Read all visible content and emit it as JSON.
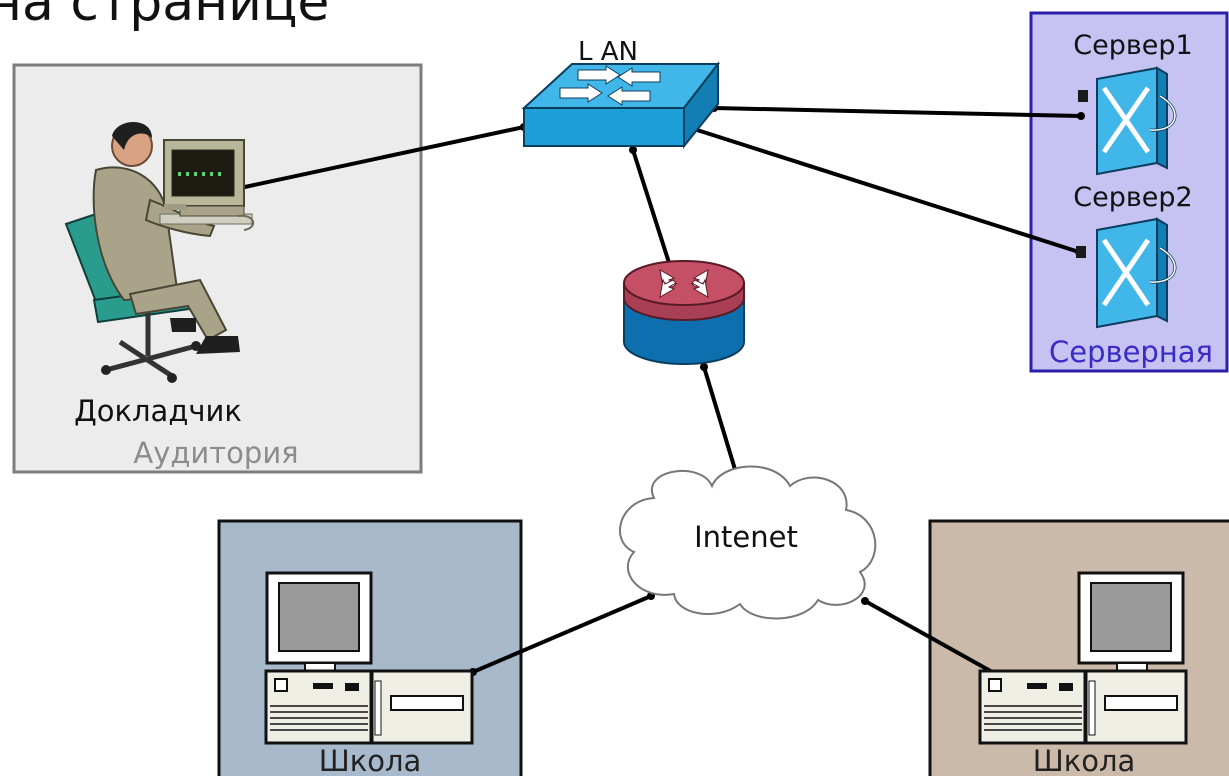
{
  "page_heading_partial": "на странице",
  "colors": {
    "auditorium_fill": "#ececec",
    "auditorium_border": "#7d7d7d",
    "server_room_fill": "#c6c3f3",
    "server_room_border": "#2c1faa",
    "school_left_fill": "#a9b9cc",
    "school_right_fill": "#cbb9aa",
    "switch_blue": "#1d9fd8",
    "router_red": "#c55065",
    "router_blue": "#0d6fae",
    "server_room_label": "#3b2bc4",
    "auditorium_label": "#8c8c8c"
  },
  "nodes": {
    "lan_switch": {
      "label": "L AN",
      "icon": "network-switch-icon"
    },
    "router": {
      "icon": "router-icon"
    },
    "internet": {
      "label": "Intenet",
      "icon": "cloud-icon"
    },
    "server1": {
      "label": "Сервер1",
      "icon": "server-icon"
    },
    "server2": {
      "label": "Сервер2",
      "icon": "server-icon"
    },
    "speaker": {
      "label": "Докладчик",
      "icon": "person-at-computer-icon"
    },
    "school_left_pc": {
      "icon": "desktop-computer-icon"
    },
    "school_right_pc": {
      "icon": "desktop-computer-icon"
    }
  },
  "zones": {
    "auditorium": {
      "label": "Аудитория"
    },
    "server_room": {
      "label": "Серверная"
    },
    "school_left": {
      "label": "Школа"
    },
    "school_right": {
      "label": "Школа"
    }
  },
  "links": [
    {
      "from": "speaker",
      "to": "lan_switch"
    },
    {
      "from": "lan_switch",
      "to": "server1"
    },
    {
      "from": "lan_switch",
      "to": "server2"
    },
    {
      "from": "lan_switch",
      "to": "router"
    },
    {
      "from": "router",
      "to": "internet"
    },
    {
      "from": "internet",
      "to": "school_left_pc"
    },
    {
      "from": "internet",
      "to": "school_right_pc"
    }
  ]
}
